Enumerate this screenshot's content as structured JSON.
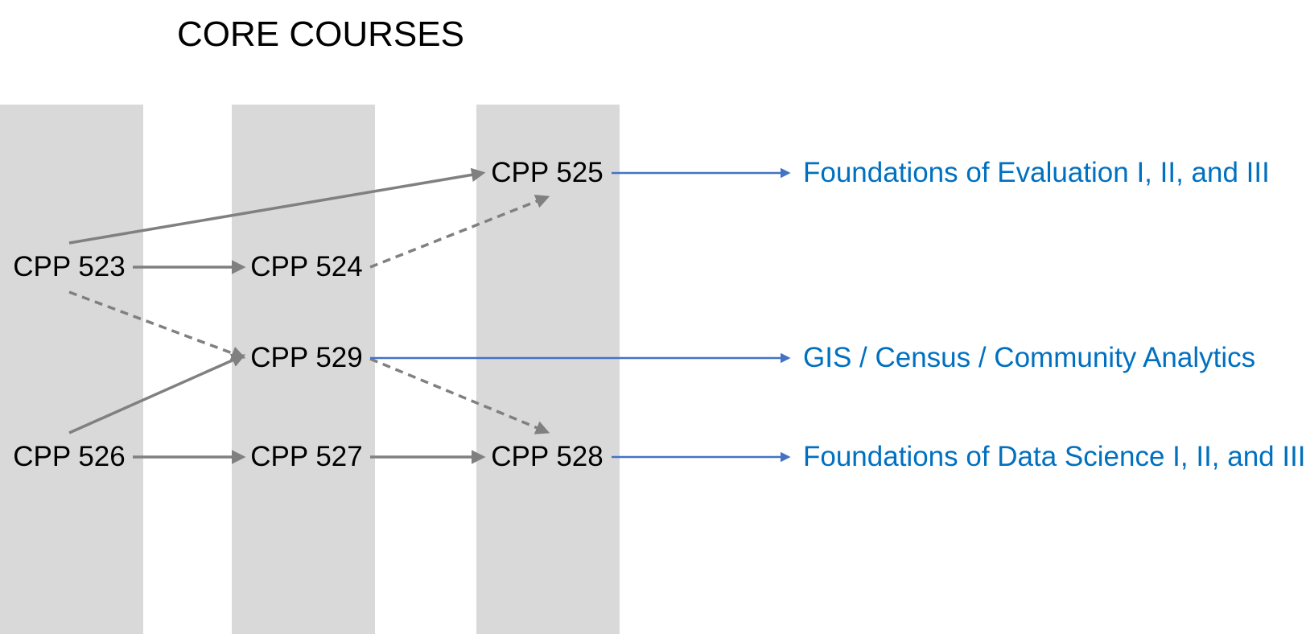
{
  "title": "CORE COURSES",
  "courses": {
    "cpp523": "CPP 523",
    "cpp524": "CPP 524",
    "cpp525": "CPP 525",
    "cpp526": "CPP 526",
    "cpp527": "CPP 527",
    "cpp528": "CPP 528",
    "cpp529": "CPP 529"
  },
  "tracks": {
    "evaluation": "Foundations of Evaluation I, II, and III",
    "gis": "GIS / Census / Community Analytics",
    "data_science": "Foundations of Data Science I, II, and III"
  },
  "colors": {
    "column_band": "#d9d9d9",
    "course_arrow": "#808080",
    "track_arrow": "#4472c4",
    "track_text": "#0070c0"
  },
  "edges": [
    {
      "from": "CPP 523",
      "to": "CPP 525",
      "style": "solid"
    },
    {
      "from": "CPP 523",
      "to": "CPP 524",
      "style": "solid"
    },
    {
      "from": "CPP 523",
      "to": "CPP 529",
      "style": "dashed"
    },
    {
      "from": "CPP 524",
      "to": "CPP 525",
      "style": "dashed"
    },
    {
      "from": "CPP 526",
      "to": "CPP 529",
      "style": "solid"
    },
    {
      "from": "CPP 526",
      "to": "CPP 527",
      "style": "solid"
    },
    {
      "from": "CPP 527",
      "to": "CPP 528",
      "style": "solid"
    },
    {
      "from": "CPP 529",
      "to": "CPP 528",
      "style": "dashed"
    },
    {
      "from": "CPP 525",
      "to": "Foundations of Evaluation I, II, and III",
      "style": "solid"
    },
    {
      "from": "CPP 529",
      "to": "GIS / Census / Community Analytics",
      "style": "solid"
    },
    {
      "from": "CPP 528",
      "to": "Foundations of Data Science I, II, and III",
      "style": "solid"
    }
  ]
}
